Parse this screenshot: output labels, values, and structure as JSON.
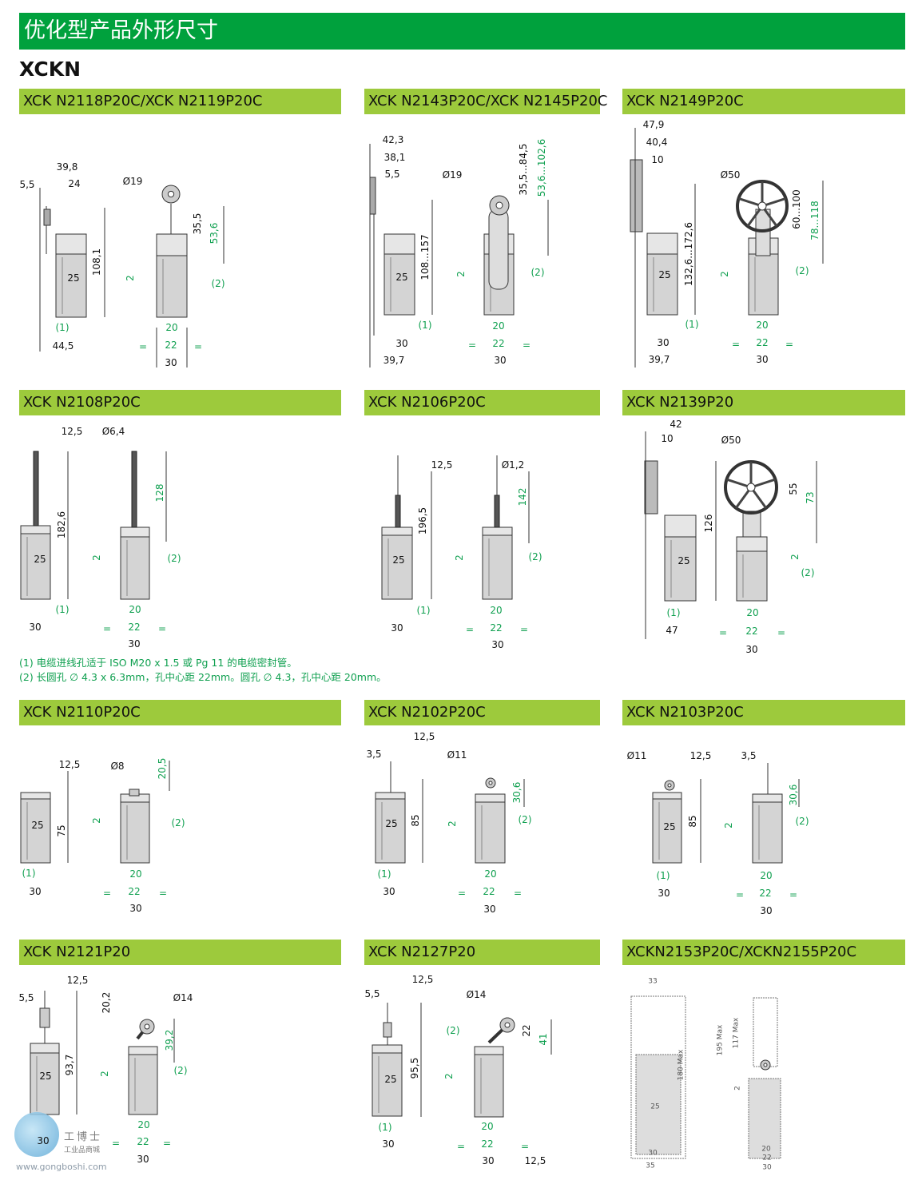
{
  "header": {
    "title": "优化型产品外形尺寸",
    "series": "XCKN"
  },
  "panels": [
    {
      "title": "XCK N2118P20C/XCK N2119P20C",
      "dims": [
        "39,8",
        "5,5",
        "24",
        "Ø19",
        "35,5",
        "53,6",
        "108,1",
        "25",
        "2",
        "(2)",
        "(1)",
        "20",
        "44,5",
        "=",
        "22",
        "=",
        "30"
      ]
    },
    {
      "title": "XCK N2143P20C/XCK N2145P20C",
      "dims": [
        "42,3",
        "38,1",
        "5,5",
        "Ø19",
        "35,5...84,5",
        "53,6...102,6",
        "108...157",
        "25",
        "2",
        "(2)",
        "(1)",
        "20",
        "30",
        "=",
        "22",
        "=",
        "39,7",
        "30"
      ]
    },
    {
      "title": "XCK N2149P20C",
      "dims": [
        "47,9",
        "40,4",
        "10",
        "Ø50",
        "60...100",
        "78...118",
        "132,6...172,6",
        "25",
        "2",
        "(2)",
        "(1)",
        "20",
        "30",
        "=",
        "22",
        "=",
        "39,7",
        "30"
      ]
    },
    {
      "title": "XCK N2108P20C",
      "dims": [
        "12,5",
        "Ø6,4",
        "182,6",
        "128",
        "25",
        "2",
        "(2)",
        "(1)",
        "20",
        "30",
        "=",
        "22",
        "=",
        "30"
      ]
    },
    {
      "title": "XCK N2106P20C",
      "dims": [
        "12,5",
        "Ø1,2",
        "196,5",
        "142",
        "25",
        "2",
        "(2)",
        "(1)",
        "20",
        "30",
        "=",
        "22",
        "=",
        "30"
      ]
    },
    {
      "title": "XCK N2139P20",
      "dims": [
        "42",
        "10",
        "Ø50",
        "55",
        "73",
        "126",
        "25",
        "2",
        "(2)",
        "(1)",
        "20",
        "47",
        "=",
        "22",
        "=",
        "30"
      ]
    },
    {
      "title": "XCK N2110P20C",
      "dims": [
        "12,5",
        "Ø8",
        "20,5",
        "75",
        "25",
        "2",
        "(2)",
        "(1)",
        "20",
        "30",
        "=",
        "22",
        "=",
        "30"
      ]
    },
    {
      "title": "XCK N2102P20C",
      "dims": [
        "12,5",
        "3,5",
        "Ø11",
        "30,6",
        "85",
        "25",
        "2",
        "(2)",
        "(1)",
        "20",
        "30",
        "=",
        "22",
        "=",
        "30"
      ]
    },
    {
      "title": "XCK N2103P20C",
      "dims": [
        "Ø11",
        "12,5",
        "3,5",
        "30,6",
        "85",
        "25",
        "2",
        "(2)",
        "(1)",
        "20",
        "30",
        "=",
        "22",
        "=",
        "30"
      ]
    },
    {
      "title": "XCK N2121P20",
      "dims": [
        "12,5",
        "5,5",
        "Ø14",
        "20,2",
        "39,2",
        "93,7",
        "25",
        "2",
        "(2)",
        "20",
        "30",
        "=",
        "22",
        "=",
        "30"
      ]
    },
    {
      "title": "XCK N2127P20",
      "dims": [
        "12,5",
        "5,5",
        "Ø14",
        "(2)",
        "22",
        "41",
        "95,5",
        "25",
        "2",
        "(1)",
        "20",
        "30",
        "=",
        "22",
        "=",
        "30",
        "12,5"
      ]
    },
    {
      "title": "XCKN2153P20C/XCKN2155P20C",
      "dims": [
        "33",
        "180 Max",
        "25",
        "30",
        "35",
        "195 Max",
        "117 Max",
        "2",
        "20",
        "22",
        "30"
      ]
    }
  ],
  "notes": [
    "(1) 电缆进线孔适于 ISO M20 x 1.5 或 Pg 11 的电缆密封管。",
    "(2) 长圆孔 ∅ 4.3 x 6.3mm，孔中心距 22mm。圆孔 ∅ 4.3，孔中心距 20mm。"
  ],
  "watermark": {
    "name": "工博士",
    "sub": "工业品商城",
    "url": "www.gongboshi.com"
  },
  "colors": {
    "header": "#00a13d",
    "panel_header": "#9dca3c",
    "dim_green": "#10a050",
    "body": "#d4d4d4"
  }
}
